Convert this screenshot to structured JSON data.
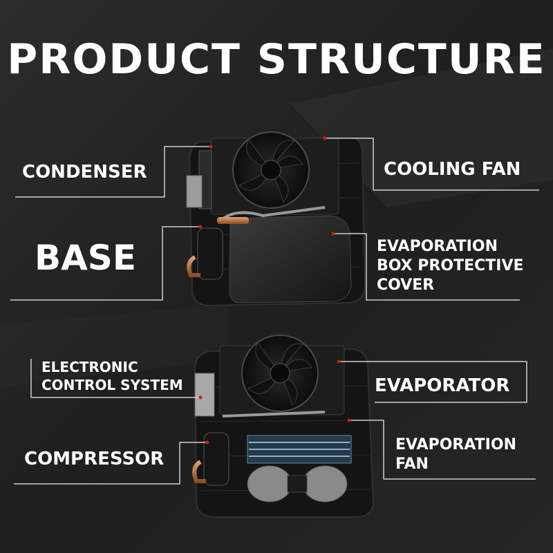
{
  "title": "PRODUCT STRUCTURE",
  "colors": {
    "background": "#1e1e1e",
    "text": "#ffffff",
    "leader_line": "#cfcfcf",
    "unit_body": "#1a1a1a"
  },
  "labels": {
    "condenser": "CONDENSER",
    "cooling_fan": "COOLING FAN",
    "base": "BASE",
    "evaporation_box_cover": [
      "EVAPORATION",
      "BOX PROTECTIVE",
      "COVER"
    ],
    "electronic_control": [
      "ELECTRONIC",
      "CONTROL SYSTEM"
    ],
    "evaporator": "EVAPORATOR",
    "compressor": "COMPRESSOR",
    "evaporation_fan": [
      "EVAPORATION",
      "FAN"
    ]
  }
}
